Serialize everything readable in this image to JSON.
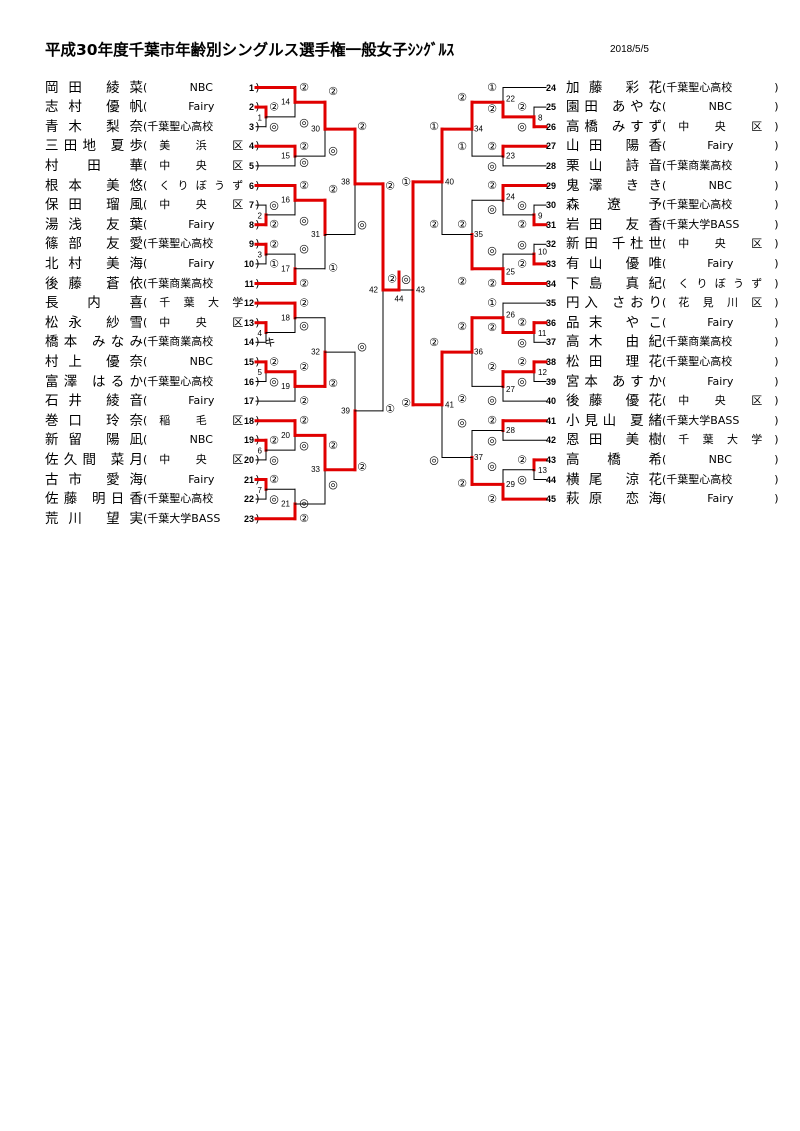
{
  "title": "平成30年度千葉市年齢別シングルス選手権一般女子ｼﾝｸﾞﾙｽ",
  "date": "2018/5/5",
  "left_players": [
    {
      "seed": "1",
      "name": "岡田 綾菜",
      "aff": "NBC"
    },
    {
      "seed": "2",
      "name": "志村 優帆",
      "aff": "Fairy"
    },
    {
      "seed": "3",
      "name": "青木 梨奈",
      "aff": "千葉聖心高校"
    },
    {
      "seed": "4",
      "name": "三田地 夏歩",
      "aff": "美浜区"
    },
    {
      "seed": "5",
      "name": "村 田 華",
      "aff": "中央区"
    },
    {
      "seed": "6",
      "name": "根本 美悠",
      "aff": "くりぼうず"
    },
    {
      "seed": "7",
      "name": "保田 瑠風",
      "aff": "中央区"
    },
    {
      "seed": "8",
      "name": "湯浅 友葉",
      "aff": "Fairy"
    },
    {
      "seed": "9",
      "name": "篠部 友愛",
      "aff": "千葉聖心高校"
    },
    {
      "seed": "10",
      "name": "北村 美海",
      "aff": "Fairy"
    },
    {
      "seed": "11",
      "name": "後藤 蒼依",
      "aff": "千葉商業高校"
    },
    {
      "seed": "12",
      "name": "長 内 喜",
      "aff": "千葉大学"
    },
    {
      "seed": "13",
      "name": "松永 紗雪",
      "aff": "中央区"
    },
    {
      "seed": "14",
      "name": "橋本 みなみ",
      "aff": "千葉商業高校"
    },
    {
      "seed": "15",
      "name": "村上 優奈",
      "aff": "NBC"
    },
    {
      "seed": "16",
      "name": "富澤 はるか",
      "aff": "千葉聖心高校"
    },
    {
      "seed": "17",
      "name": "石井 綾音",
      "aff": "Fairy"
    },
    {
      "seed": "18",
      "name": "巻口 玲奈",
      "aff": "稲毛区"
    },
    {
      "seed": "19",
      "name": "新留 陽凪",
      "aff": "NBC"
    },
    {
      "seed": "20",
      "name": "佐久間 菜月",
      "aff": "中央区"
    },
    {
      "seed": "21",
      "name": "古市 愛海",
      "aff": "Fairy"
    },
    {
      "seed": "22",
      "name": "佐藤 明日香",
      "aff": "千葉聖心高校"
    },
    {
      "seed": "23",
      "name": "荒川 望実",
      "aff": "千葉大学BASS"
    }
  ],
  "right_players": [
    {
      "seed": "24",
      "name": "加藤 彩花",
      "aff": "千葉聖心高校"
    },
    {
      "seed": "25",
      "name": "園田 あやな",
      "aff": "NBC"
    },
    {
      "seed": "26",
      "name": "高橋 みすず",
      "aff": "中央区"
    },
    {
      "seed": "27",
      "name": "山田 陽香",
      "aff": "Fairy"
    },
    {
      "seed": "28",
      "name": "栗山 詩音",
      "aff": "千葉商業高校"
    },
    {
      "seed": "29",
      "name": "鬼澤 きき",
      "aff": "NBC"
    },
    {
      "seed": "30",
      "name": "森 遼 予",
      "aff": "千葉聖心高校"
    },
    {
      "seed": "31",
      "name": "岩田 友香",
      "aff": "千葉大学BASS"
    },
    {
      "seed": "32",
      "name": "新田 千杜世",
      "aff": "中央区"
    },
    {
      "seed": "33",
      "name": "有山 優唯",
      "aff": "Fairy"
    },
    {
      "seed": "34",
      "name": "下島 真紀",
      "aff": "くりぼうず"
    },
    {
      "seed": "35",
      "name": "円入 さおり",
      "aff": "花見川区"
    },
    {
      "seed": "36",
      "name": "品末 やこ",
      "aff": "Fairy"
    },
    {
      "seed": "37",
      "name": "高木 由紀",
      "aff": "千葉商業高校"
    },
    {
      "seed": "38",
      "name": "松田 理花",
      "aff": "千葉聖心高校"
    },
    {
      "seed": "39",
      "name": "宮本 あすか",
      "aff": "Fairy"
    },
    {
      "seed": "40",
      "name": "後藤 優花",
      "aff": "中央区"
    },
    {
      "seed": "41",
      "name": "小見山 夏緒",
      "aff": "千葉大学BASS"
    },
    {
      "seed": "42",
      "name": "恩田 美樹",
      "aff": "千葉大学"
    },
    {
      "seed": "43",
      "name": "高 橋 希",
      "aff": "NBC"
    },
    {
      "seed": "44",
      "name": "横尾 涼花",
      "aff": "千葉聖心高校"
    },
    {
      "seed": "45",
      "name": "萩原 恋海",
      "aff": "Fairy"
    }
  ],
  "match_numbers": [
    "1",
    "2",
    "3",
    "4",
    "5",
    "6",
    "7",
    "8",
    "9",
    "10",
    "11",
    "12",
    "13",
    "14",
    "15",
    "16",
    "17",
    "18",
    "19",
    "20",
    "21",
    "22",
    "23",
    "24",
    "25",
    "26",
    "27",
    "28",
    "29",
    "30",
    "31",
    "32",
    "33",
    "34",
    "35",
    "36",
    "37",
    "38",
    "39",
    "40",
    "41",
    "42",
    "43",
    "44"
  ],
  "score_marks": {
    "win": "②",
    "loss": "◎",
    "one": "①",
    "retire": "キ"
  }
}
